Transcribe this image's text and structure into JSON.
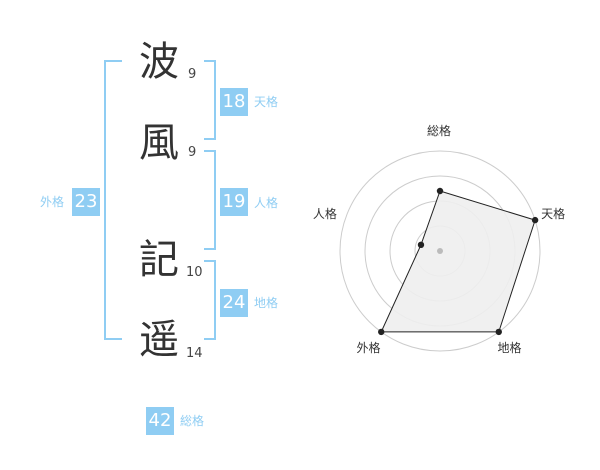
{
  "name": {
    "chars": [
      {
        "char": "波",
        "strokes": "9"
      },
      {
        "char": "風",
        "strokes": "9"
      },
      {
        "char": "記",
        "strokes": "10"
      },
      {
        "char": "遥",
        "strokes": "14"
      }
    ]
  },
  "kaku": {
    "tenkaku": {
      "value": "18",
      "label": "天格"
    },
    "jinkaku": {
      "value": "19",
      "label": "人格"
    },
    "chikaku": {
      "value": "24",
      "label": "地格"
    },
    "gaikaku": {
      "value": "23",
      "label": "外格"
    },
    "soukaku": {
      "value": "42",
      "label": "総格"
    }
  },
  "chart_data": {
    "type": "radar",
    "axes": [
      "総格",
      "天格",
      "地格",
      "外格",
      "人格"
    ],
    "values": [
      0.6,
      1.0,
      1.0,
      1.0,
      0.2
    ],
    "max": 1.0,
    "rings": 4,
    "colors": {
      "fill": "#eeeeee",
      "line": "#222222",
      "grid": "#cccccc",
      "center": "#bbbbbb"
    }
  },
  "colors": {
    "accent": "#8fcdf3"
  }
}
